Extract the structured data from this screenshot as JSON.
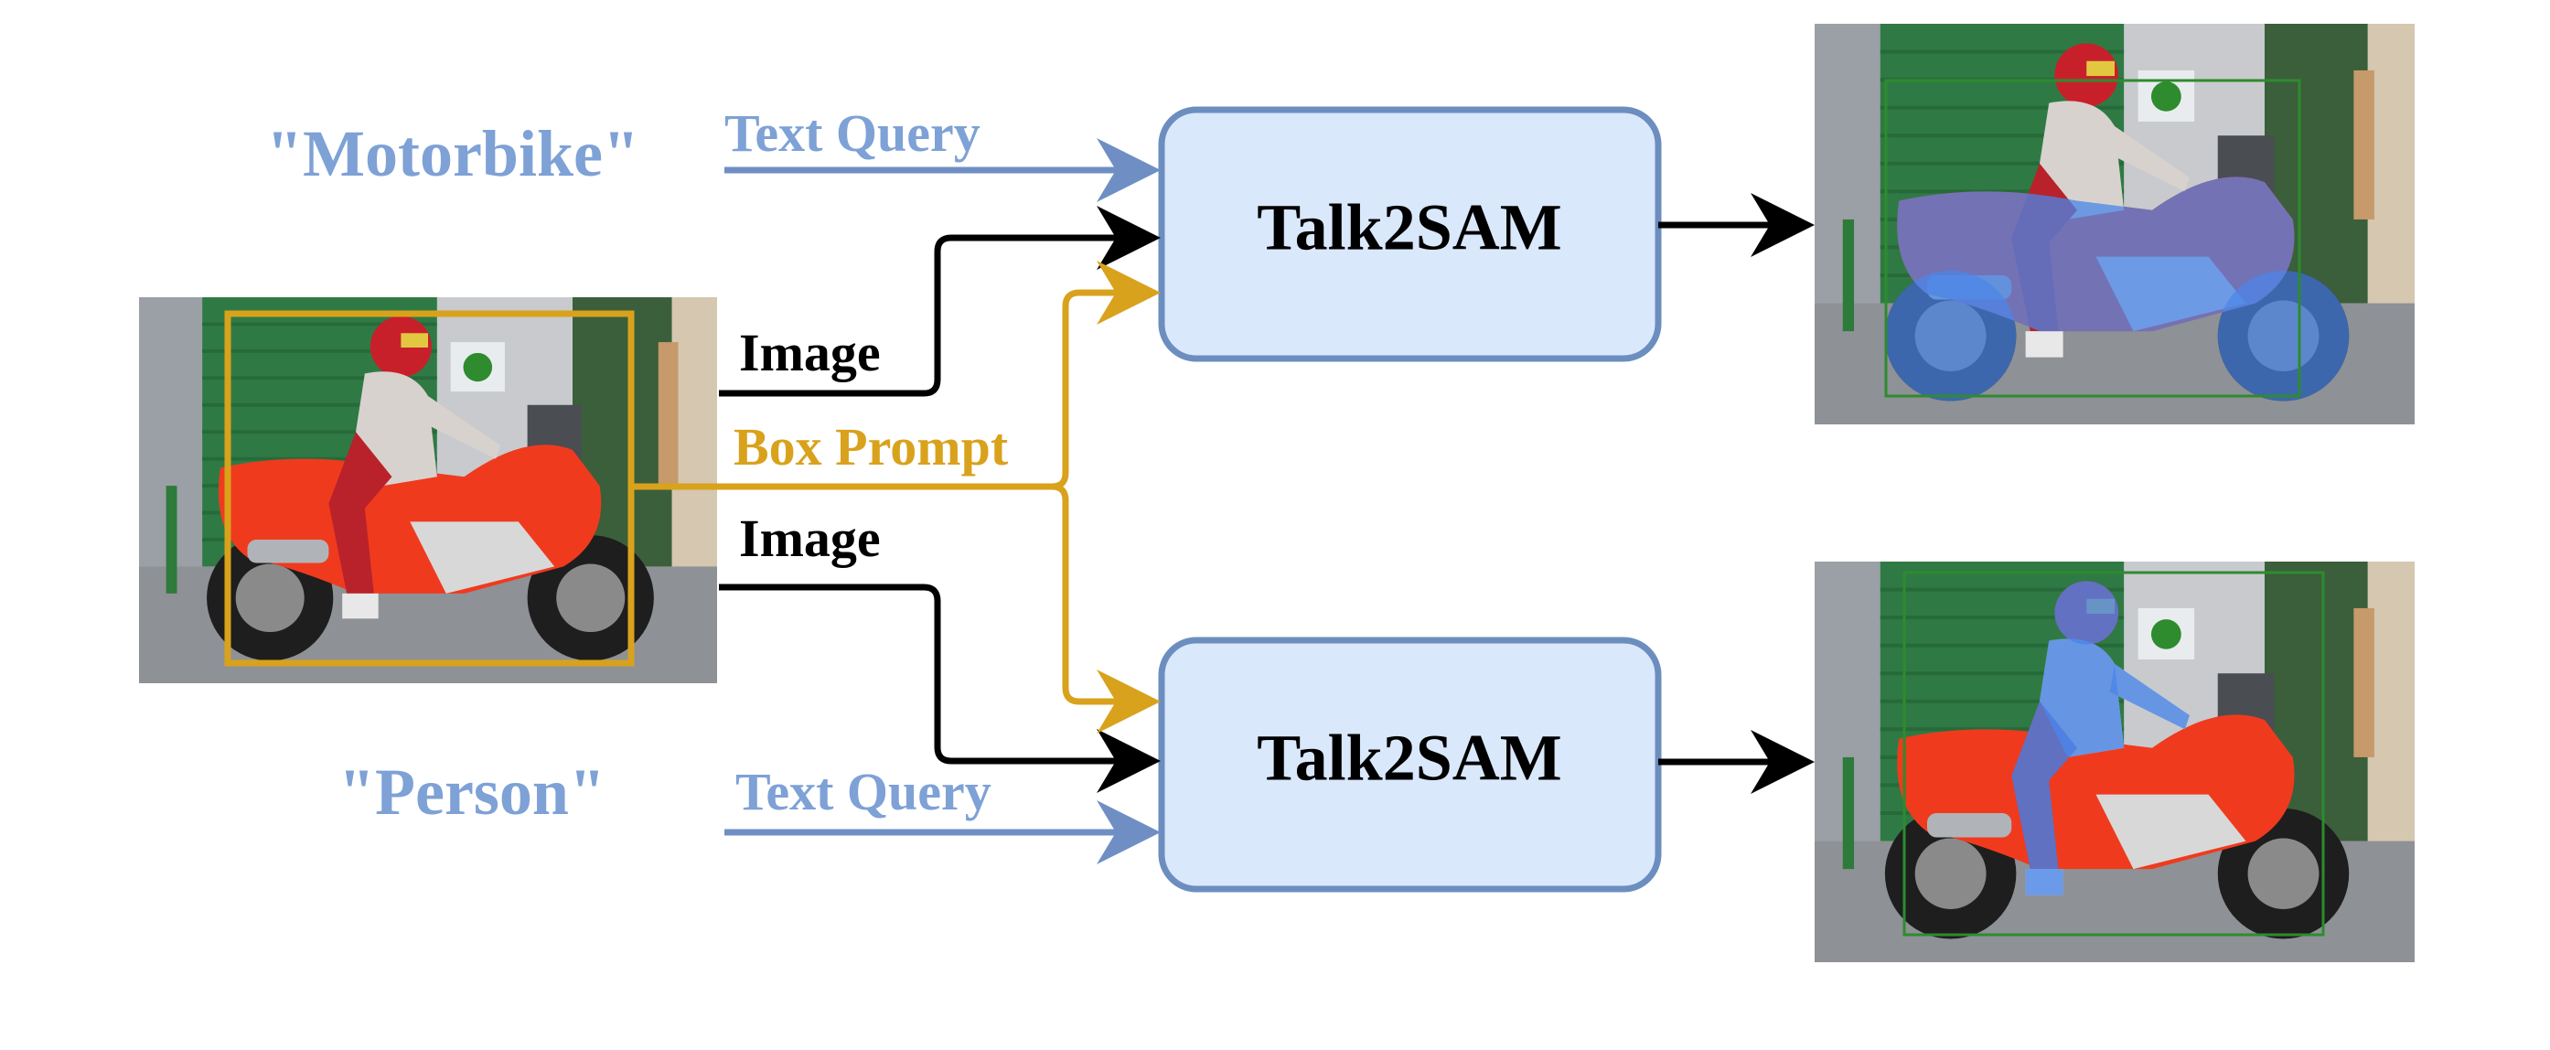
{
  "queries": {
    "top": "\"Motorbike\"",
    "bottom": "\"Person\""
  },
  "edges": {
    "text_query_top": "Text Query",
    "text_query_bottom": "Text Query",
    "image_top": "Image",
    "image_bottom": "Image",
    "box_prompt": "Box Prompt"
  },
  "nodes": {
    "model_top": "Talk2SAM",
    "model_bottom": "Talk2SAM"
  },
  "colors": {
    "query_blue": "#7ea1d6",
    "query_arrow": "#6f8fc4",
    "box_prompt": "#d9a21c",
    "node_fill": "#dae8fc",
    "node_stroke": "#6c8ebf",
    "arrow_black": "#000000",
    "mask_blue": "#4a86e8",
    "bike_red": "#f03a1e",
    "bbox_green": "#2e8b2e"
  },
  "images": {
    "input": "motorcycle-photo-with-box",
    "output_top": "motorbike-mask-result",
    "output_bottom": "person-mask-result"
  }
}
